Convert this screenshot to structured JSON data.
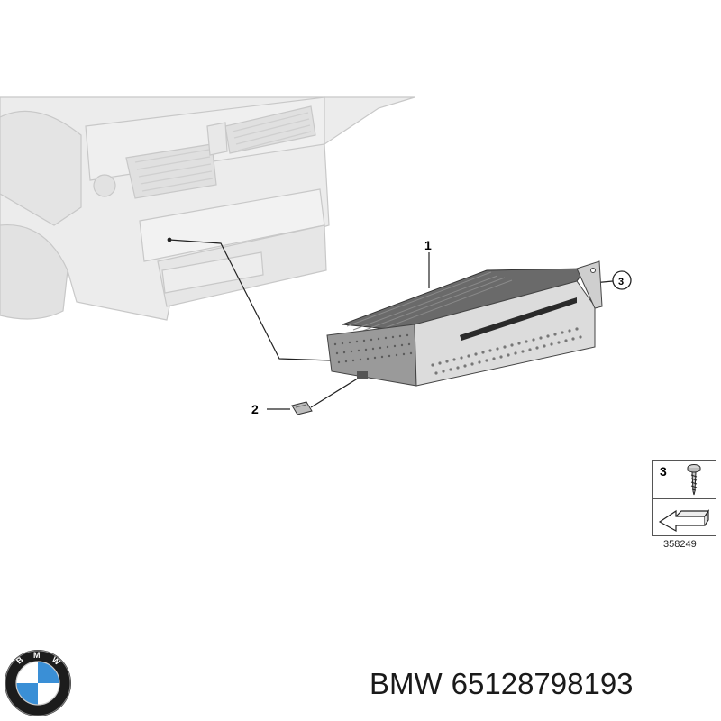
{
  "callouts": {
    "part_1": "1",
    "part_2": "2",
    "part_3": "3"
  },
  "legend": {
    "item_number": "3",
    "reference_code": "358249"
  },
  "footer": {
    "brand": "BMW",
    "part_number": "65128798193"
  },
  "logo": {
    "letters": [
      "B",
      "M",
      "W"
    ],
    "colors": {
      "ring": "#1c1c1c",
      "blue": "#3a8fd6",
      "white": "#ffffff"
    }
  },
  "colors": {
    "dashboard_fill": "#ebebeb",
    "dashboard_stroke": "#c9c9c9",
    "unit_dark": "#4a4a4a",
    "unit_mid": "#8f8f8f",
    "unit_light": "#d8d8d8"
  }
}
